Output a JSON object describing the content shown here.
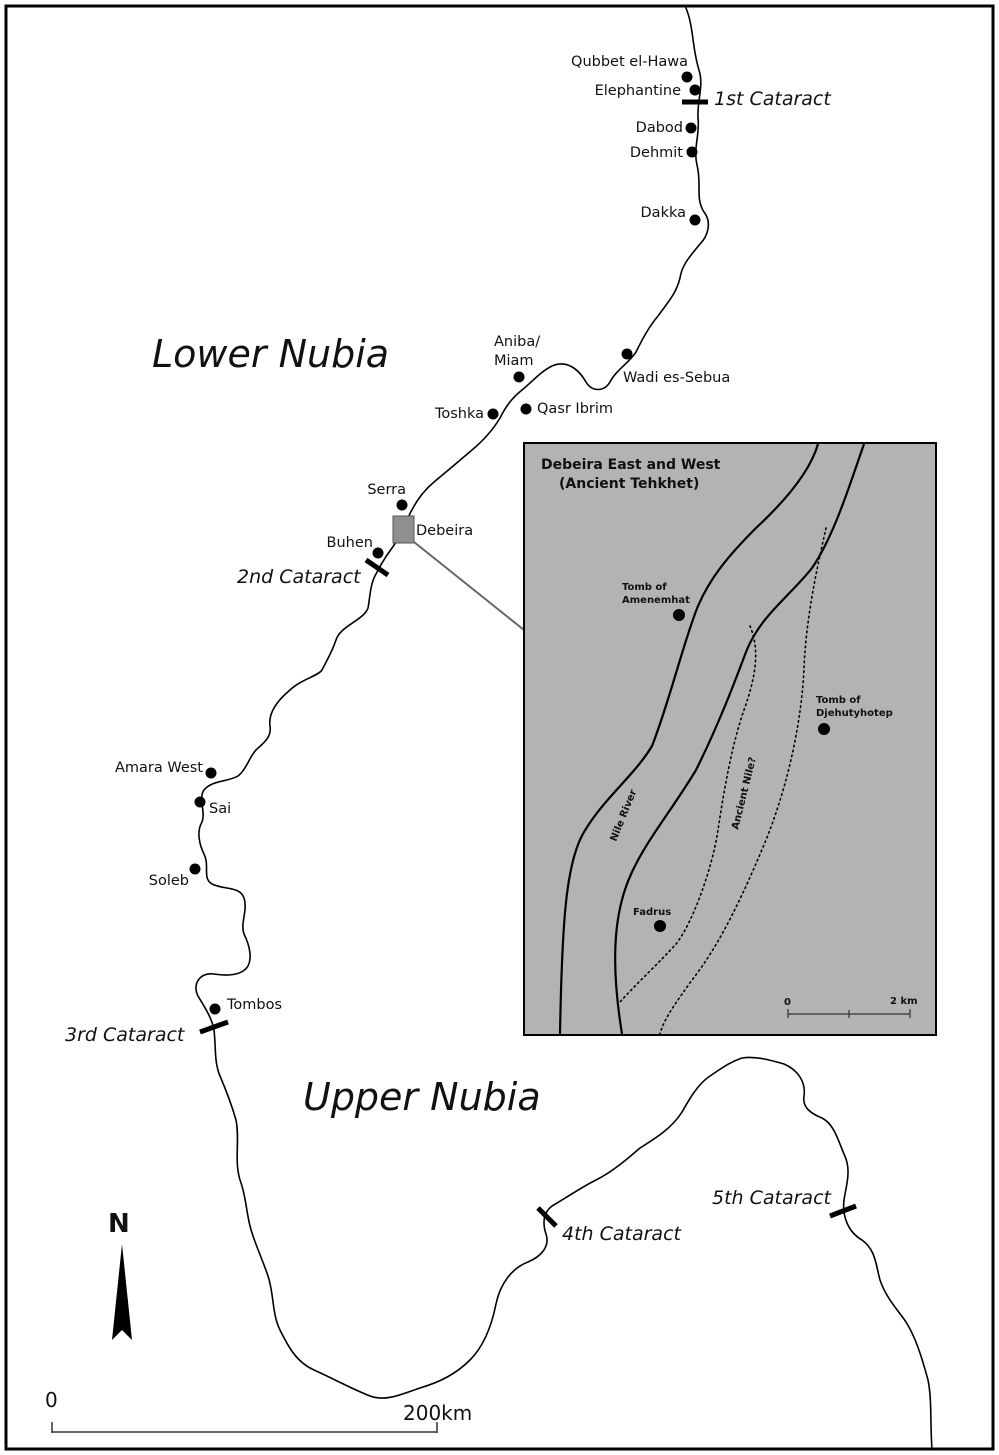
{
  "regions": {
    "lower": "Lower Nubia",
    "upper": "Upper Nubia"
  },
  "sites": [
    {
      "id": "qubbet-el-hawa",
      "label": "Qubbet el-Hawa"
    },
    {
      "id": "elephantine",
      "label": "Elephantine"
    },
    {
      "id": "dabod",
      "label": "Dabod"
    },
    {
      "id": "dehmit",
      "label": "Dehmit"
    },
    {
      "id": "dakka",
      "label": "Dakka"
    },
    {
      "id": "wadi-es-sebua",
      "label": "Wadi es-Sebua"
    },
    {
      "id": "aniba",
      "label": "Aniba/"
    },
    {
      "id": "miam",
      "label": "Miam"
    },
    {
      "id": "qasr-ibrim",
      "label": "Qasr Ibrim"
    },
    {
      "id": "toshka",
      "label": "Toshka"
    },
    {
      "id": "serra",
      "label": "Serra"
    },
    {
      "id": "debeira",
      "label": "Debeira"
    },
    {
      "id": "buhen",
      "label": "Buhen"
    },
    {
      "id": "amara-west",
      "label": "Amara West"
    },
    {
      "id": "sai",
      "label": "Sai"
    },
    {
      "id": "soleb",
      "label": "Soleb"
    },
    {
      "id": "tombos",
      "label": "Tombos"
    }
  ],
  "cataracts": {
    "first": "1st Cataract",
    "second": "2nd Cataract",
    "third": "3rd Cataract",
    "fourth": "4th Cataract",
    "fifth": "5th Cataract"
  },
  "north_arrow": "N",
  "scale_bar": {
    "start": "0",
    "end": "200km"
  },
  "inset": {
    "title_line1": "Debeira East and West",
    "title_line2": "(Ancient Tehkhet)",
    "tomb_amenemhat_1": "Tomb of",
    "tomb_amenemhat_2": "Amenemhat",
    "tomb_djehutyhotep_1": "Tomb of",
    "tomb_djehutyhotep_2": "Djehutyhotep",
    "fadrus": "Fadrus",
    "nile_river": "Nile River",
    "ancient_nile": "Ancient Nile?",
    "scale_start": "0",
    "scale_end": "2 km"
  },
  "colors": {
    "inset_fill": "#b3b3b3",
    "marker_fill": "#8f8f8f",
    "ink": "#000000"
  }
}
